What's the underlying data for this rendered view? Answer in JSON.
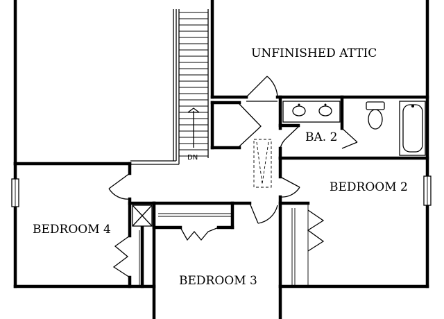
{
  "plan": {
    "rooms": {
      "unfinished_attic": "UNFINISHED ATTIC",
      "bath_2": "BA. 2",
      "bedroom_2": "BEDROOM 2",
      "bedroom_3": "BEDROOM 3",
      "bedroom_4": "BEDROOM 4"
    },
    "stair_label": "DN"
  }
}
